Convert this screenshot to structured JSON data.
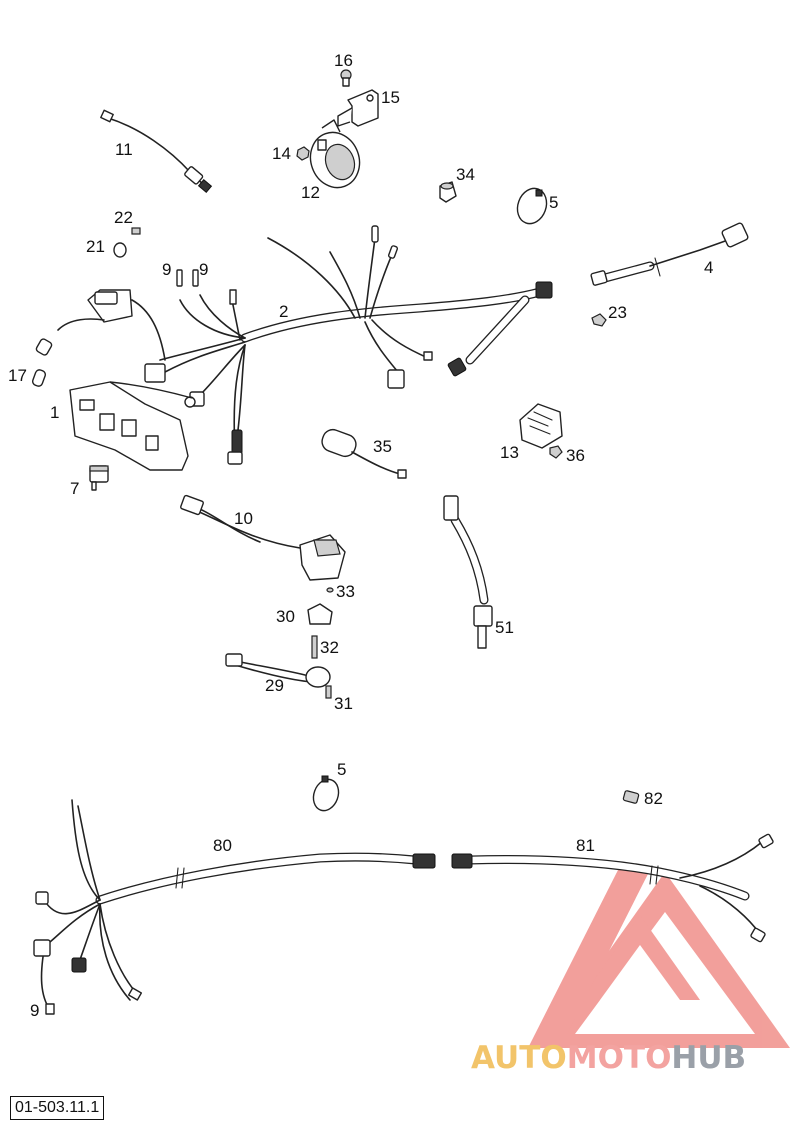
{
  "diagram": {
    "code": "01-503.11.1",
    "part_numbers": {
      "p1": "1",
      "p2": "2",
      "p4": "4",
      "p5a": "5",
      "p5b": "5",
      "p7": "7",
      "p9a": "9",
      "p9b": "9",
      "p9c": "9",
      "p10": "10",
      "p11": "11",
      "p12": "12",
      "p13": "13",
      "p14": "14",
      "p15": "15",
      "p16": "16",
      "p17": "17",
      "p21": "21",
      "p22": "22",
      "p23": "23",
      "p29": "29",
      "p30": "30",
      "p31": "31",
      "p32": "32",
      "p33": "33",
      "p34": "34",
      "p35": "35",
      "p36": "36",
      "p51": "51",
      "p80": "80",
      "p81": "81",
      "p82": "82"
    }
  },
  "watermark": {
    "part1": "AUTO",
    "part2": "MOTO",
    "part3": "HUB",
    "colors": {
      "auto": "#f2c46a",
      "moto": "#f3a3a0",
      "hub": "#9aa0a8",
      "logo": "#f08f8a"
    }
  }
}
